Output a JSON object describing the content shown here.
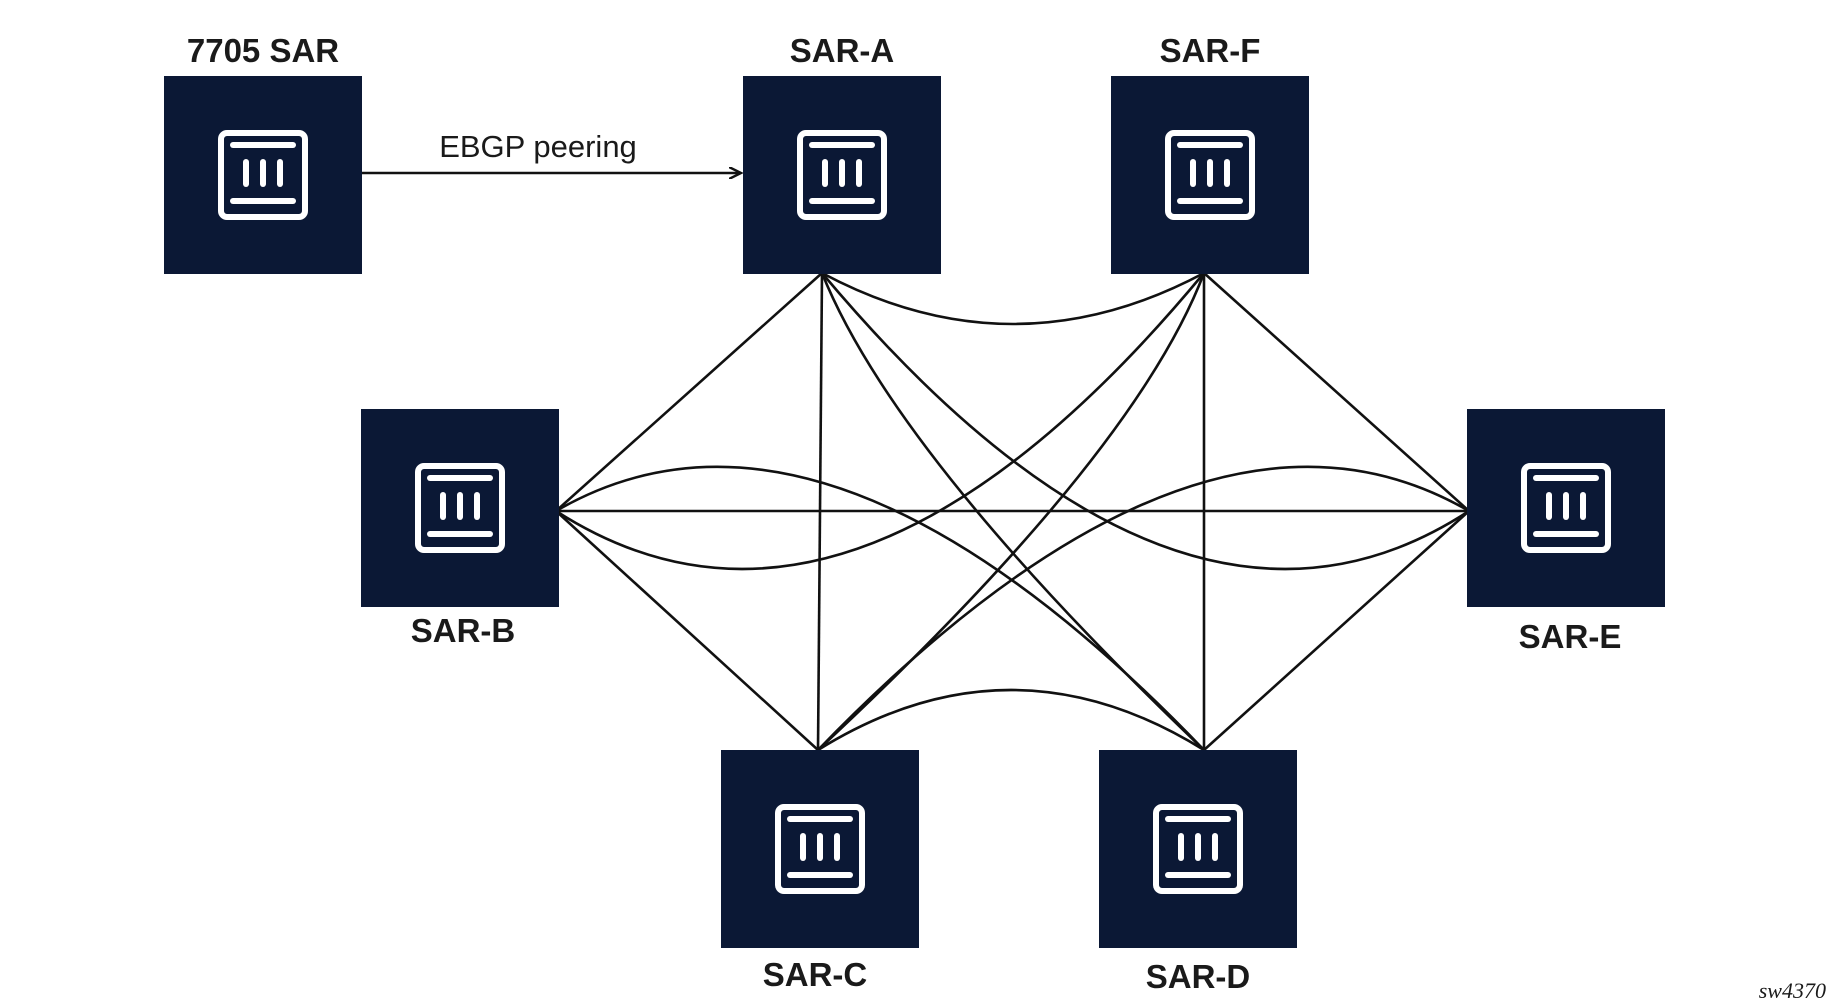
{
  "colors": {
    "node_fill": "#0b1835",
    "icon_stroke": "#ffffff",
    "line": "#111111",
    "text": "#1a1a1a"
  },
  "nodes": [
    {
      "id": "ext",
      "label": "7705 SAR",
      "icon": "router-icon"
    },
    {
      "id": "A",
      "label": "SAR-A",
      "icon": "router-icon"
    },
    {
      "id": "F",
      "label": "SAR-F",
      "icon": "router-icon"
    },
    {
      "id": "B",
      "label": "SAR-B",
      "icon": "router-icon"
    },
    {
      "id": "E",
      "label": "SAR-E",
      "icon": "router-icon"
    },
    {
      "id": "C",
      "label": "SAR-C",
      "icon": "router-icon"
    },
    {
      "id": "D",
      "label": "SAR-D",
      "icon": "router-icon"
    }
  ],
  "peering": {
    "from": "ext",
    "to": "A",
    "label": "EBGP peering",
    "arrow": "arrow-right-icon"
  },
  "mesh_links": [
    {
      "from": "A",
      "to": "F"
    },
    {
      "from": "A",
      "to": "B"
    },
    {
      "from": "A",
      "to": "C"
    },
    {
      "from": "A",
      "to": "D"
    },
    {
      "from": "A",
      "to": "E"
    },
    {
      "from": "F",
      "to": "B"
    },
    {
      "from": "F",
      "to": "C"
    },
    {
      "from": "F",
      "to": "D"
    },
    {
      "from": "F",
      "to": "E"
    },
    {
      "from": "B",
      "to": "C"
    },
    {
      "from": "B",
      "to": "D"
    },
    {
      "from": "B",
      "to": "E"
    },
    {
      "from": "C",
      "to": "D"
    },
    {
      "from": "C",
      "to": "E"
    },
    {
      "from": "D",
      "to": "E"
    }
  ],
  "figure_id": "sw4370"
}
